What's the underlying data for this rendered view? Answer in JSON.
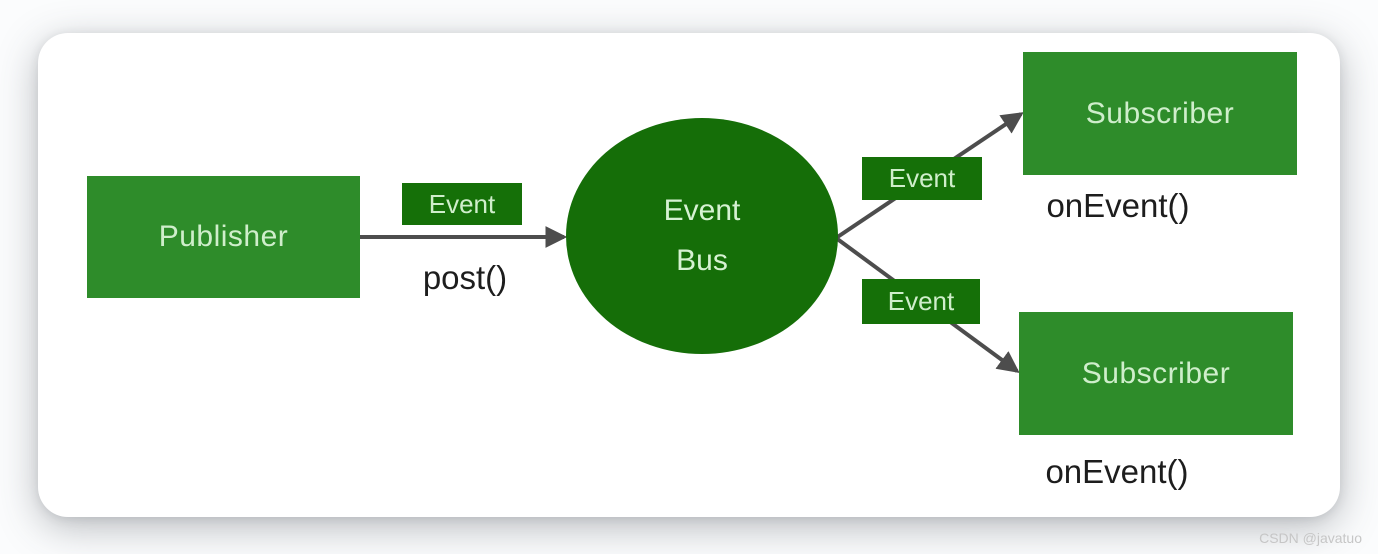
{
  "diagram": {
    "publisher": {
      "label": "Publisher",
      "method": "post()"
    },
    "event_bus": {
      "line1": "Event",
      "line2": "Bus"
    },
    "event_labels": {
      "left": "Event",
      "top": "Event",
      "bottom": "Event"
    },
    "subscribers": [
      {
        "label": "Subscriber",
        "method": "onEvent()"
      },
      {
        "label": "Subscriber",
        "method": "onEvent()"
      }
    ],
    "colors": {
      "box_green": "#2e8c2a",
      "dark_green": "#156e08",
      "text_light_green": "#cfeecb",
      "arrow_gray": "#4d4d4d",
      "method_text": "#1d1d1d",
      "card_background": "#ffffff"
    }
  },
  "watermark": "CSDN @javatuo"
}
